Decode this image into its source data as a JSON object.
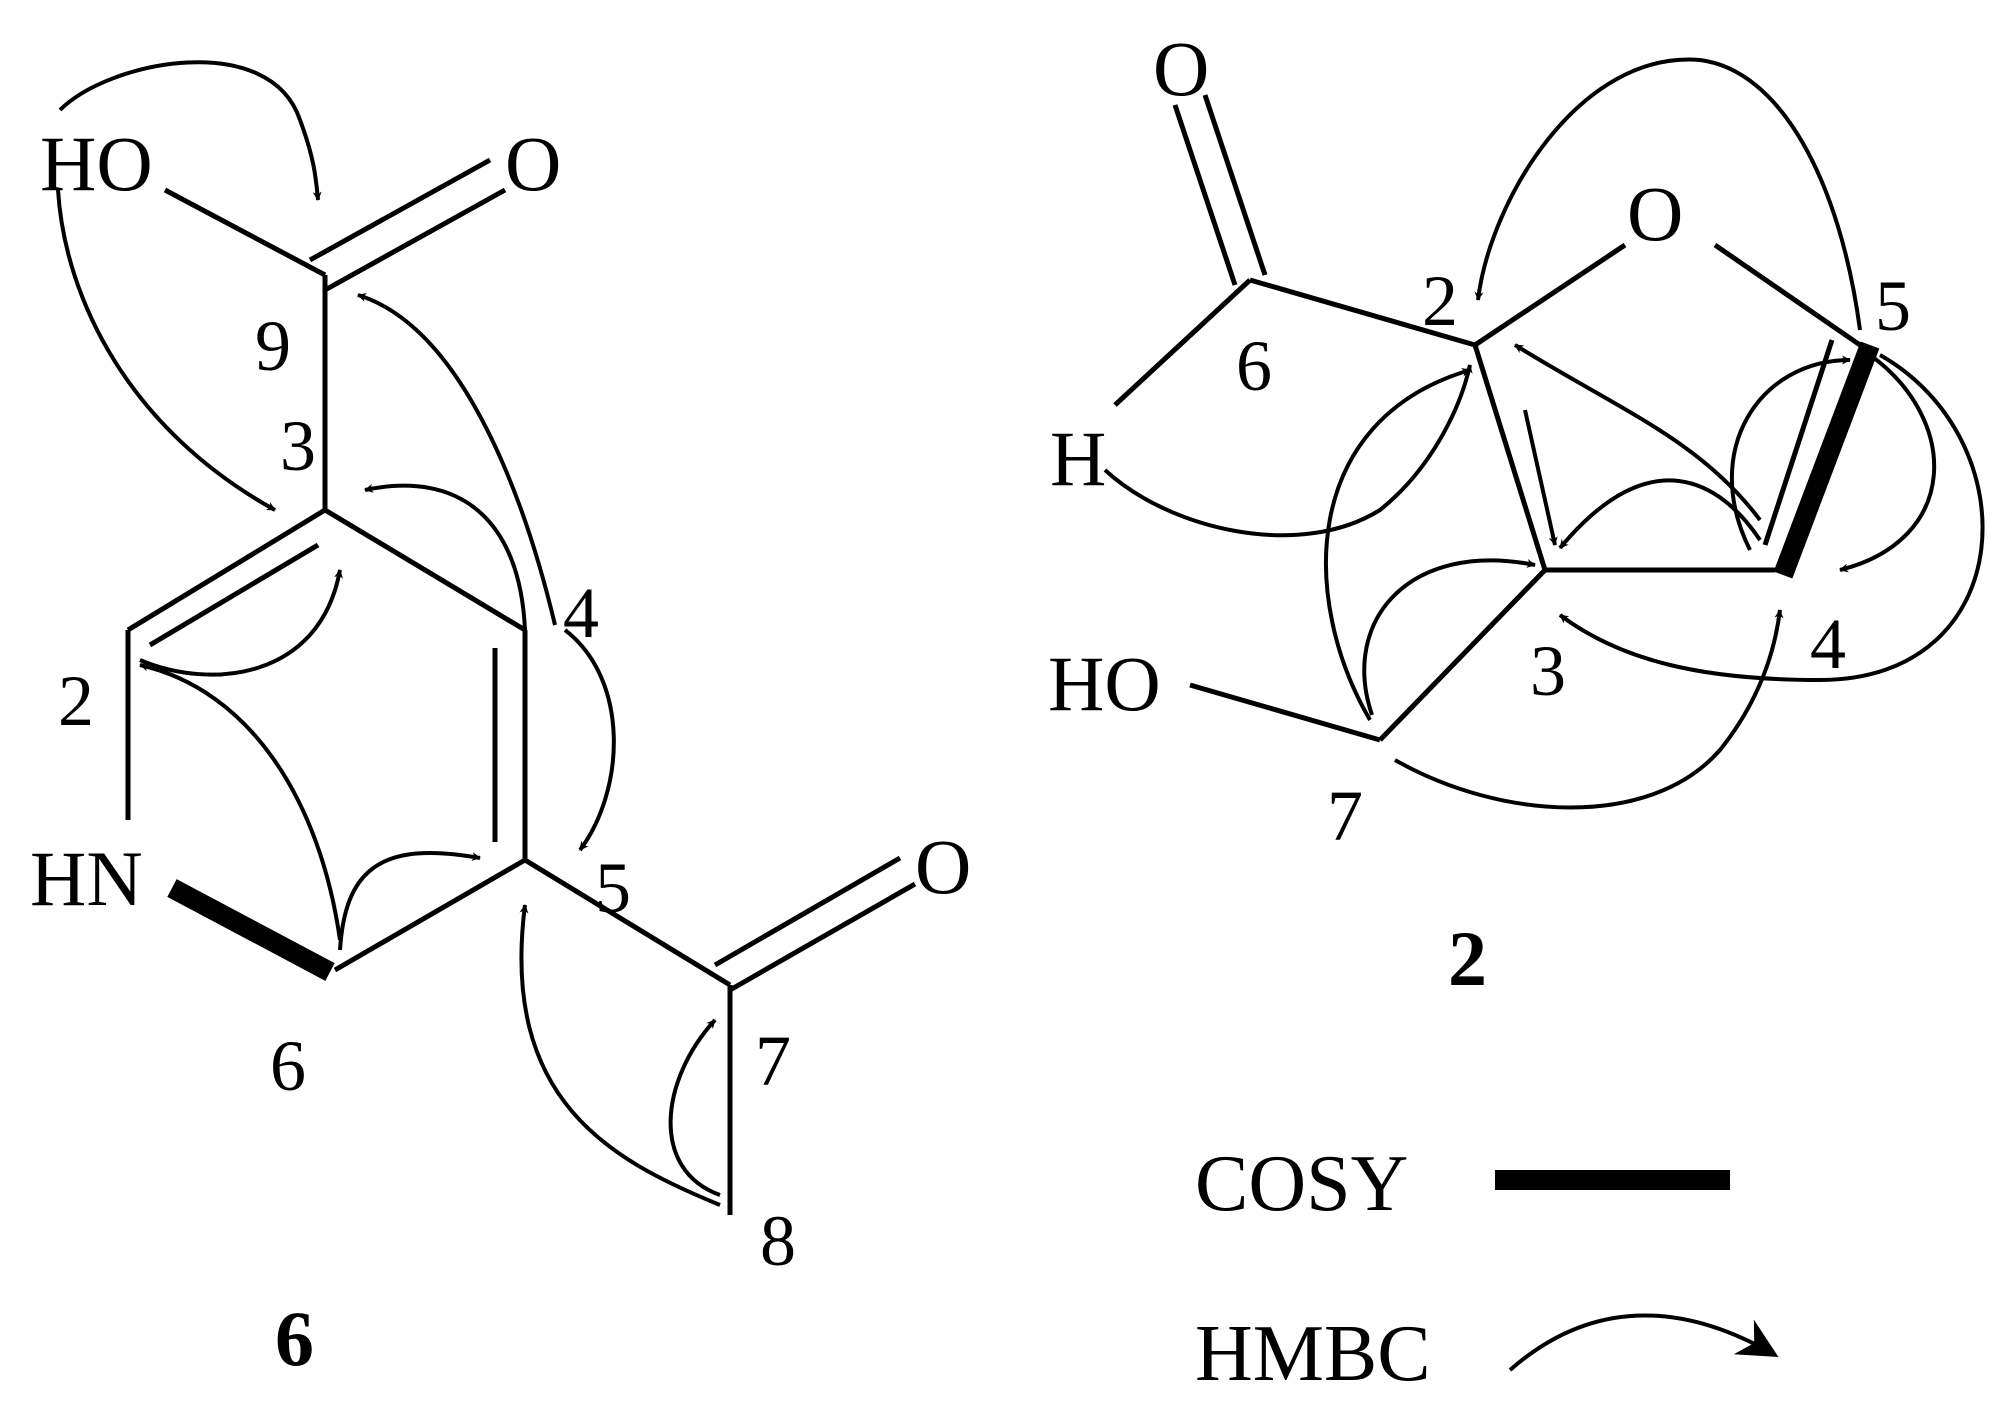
{
  "compound_6": {
    "id": "6",
    "atoms": {
      "HO": "HO",
      "O_carbonyl": "O",
      "C9": "9",
      "C3": "3",
      "C4": "4",
      "C2": "2",
      "HN": "HN",
      "C5": "5",
      "O_ketone": "O",
      "C6": "6",
      "C7": "7",
      "C8": "8"
    }
  },
  "compound_2": {
    "id": "2",
    "atoms": {
      "O_aldehyde": "O",
      "O_ring": "O",
      "C2": "2",
      "C5": "5",
      "C6": "6",
      "H": "H",
      "HO": "HO",
      "C3": "3",
      "C4": "4",
      "C7": "7"
    }
  },
  "legend": {
    "cosy_label": "COSY",
    "hmbc_label": "HMBC"
  }
}
